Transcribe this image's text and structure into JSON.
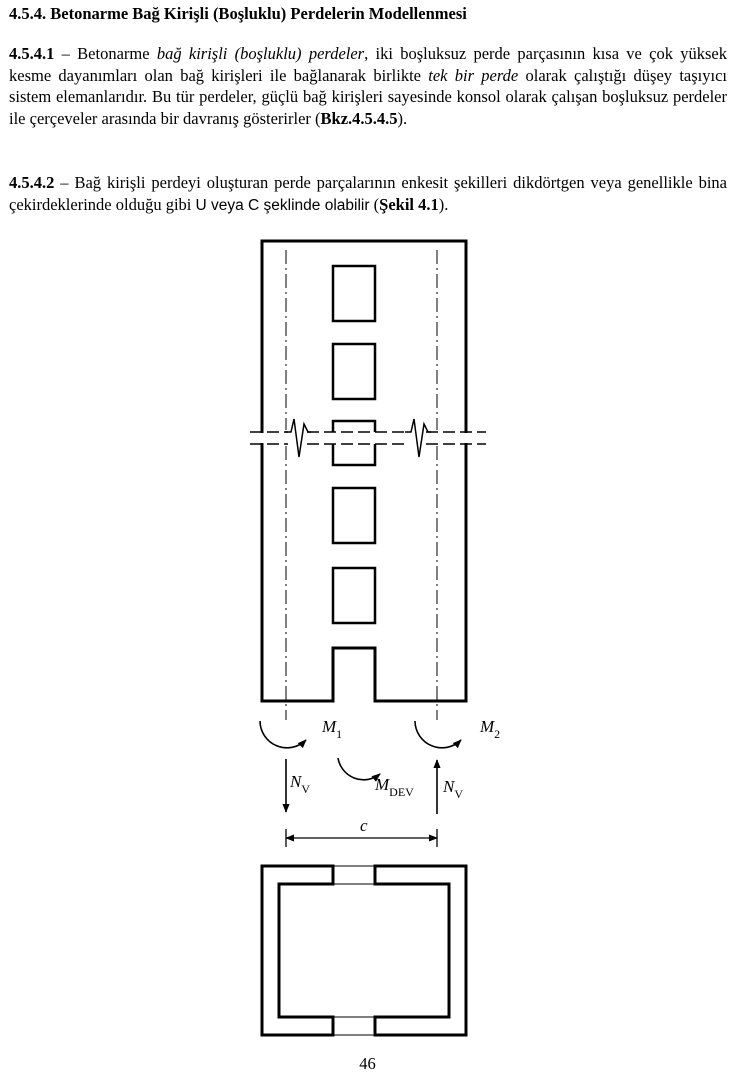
{
  "section": {
    "title": "4.5.4. Betonarme Bağ Kirişli (Boşluklu) Perdelerin Modellenmesi"
  },
  "paragraph_1": {
    "number": "4.5.4.1",
    "dash": " – Betonarme ",
    "italic_1": "bağ kirişli (boşluklu) perdeler",
    "text_1": ", iki boşluksuz perde parçasının kısa ve çok yüksek kesme dayanımları olan bağ kirişleri ile bağlanarak birlikte ",
    "italic_2": "tek bir perde",
    "text_2": " olarak çalıştığı düşey taşıyıcı sistem elemanlarıdır. Bu tür perdeler, güçlü bağ kirişleri sayesinde konsol olarak çalışan boşluksuz perdeler ile çerçeveler arasında bir davranış gösterirler (",
    "ref": "Bkz.4.5.4.5",
    "end": ")."
  },
  "paragraph_2": {
    "number": "4.5.4.2",
    "text_1": " – Bağ kirişli perdeyi oluşturan perde parçalarının enkesit şekilleri dikdörtgen veya genellikle bina çekirdeklerinde olduğu gibi  ",
    "sans_text": "U veya C şeklinde olabilir",
    "text_2": " (",
    "ref": "Şekil 4.1",
    "end": ")."
  },
  "figure": {
    "labels": {
      "m1": "M",
      "m1_sub": "1",
      "m2": "M",
      "m2_sub": "2",
      "mdev": "M",
      "mdev_sub": "DEV",
      "nv_left": "N",
      "nv_left_sub": "V",
      "nv_right": "N",
      "nv_right_sub": "V",
      "c": "c"
    }
  },
  "page_number": "46"
}
